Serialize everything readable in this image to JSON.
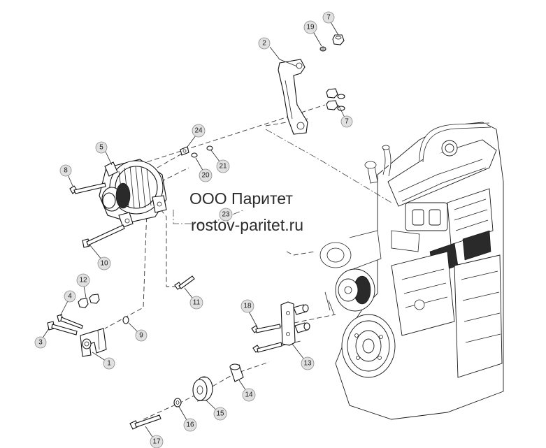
{
  "callouts": [
    {
      "id": "c1",
      "label": "1"
    },
    {
      "id": "c2",
      "label": "2"
    },
    {
      "id": "c3",
      "label": "3"
    },
    {
      "id": "c4",
      "label": "4"
    },
    {
      "id": "c5",
      "label": "5"
    },
    {
      "id": "c7a",
      "label": "7"
    },
    {
      "id": "c7b",
      "label": "7"
    },
    {
      "id": "c8",
      "label": "8"
    },
    {
      "id": "c9",
      "label": "9"
    },
    {
      "id": "c10",
      "label": "10"
    },
    {
      "id": "c11",
      "label": "11"
    },
    {
      "id": "c12",
      "label": "12"
    },
    {
      "id": "c13",
      "label": "13"
    },
    {
      "id": "c14",
      "label": "14"
    },
    {
      "id": "c15",
      "label": "15"
    },
    {
      "id": "c16",
      "label": "16"
    },
    {
      "id": "c17",
      "label": "17"
    },
    {
      "id": "c18",
      "label": "18"
    },
    {
      "id": "c19",
      "label": "19"
    },
    {
      "id": "c20",
      "label": "20"
    },
    {
      "id": "c21",
      "label": "21"
    },
    {
      "id": "c23",
      "label": "23"
    },
    {
      "id": "c24",
      "label": "24"
    }
  ],
  "watermark": {
    "company": "ООО Паритет",
    "site": "rostov-paritet.ru"
  }
}
